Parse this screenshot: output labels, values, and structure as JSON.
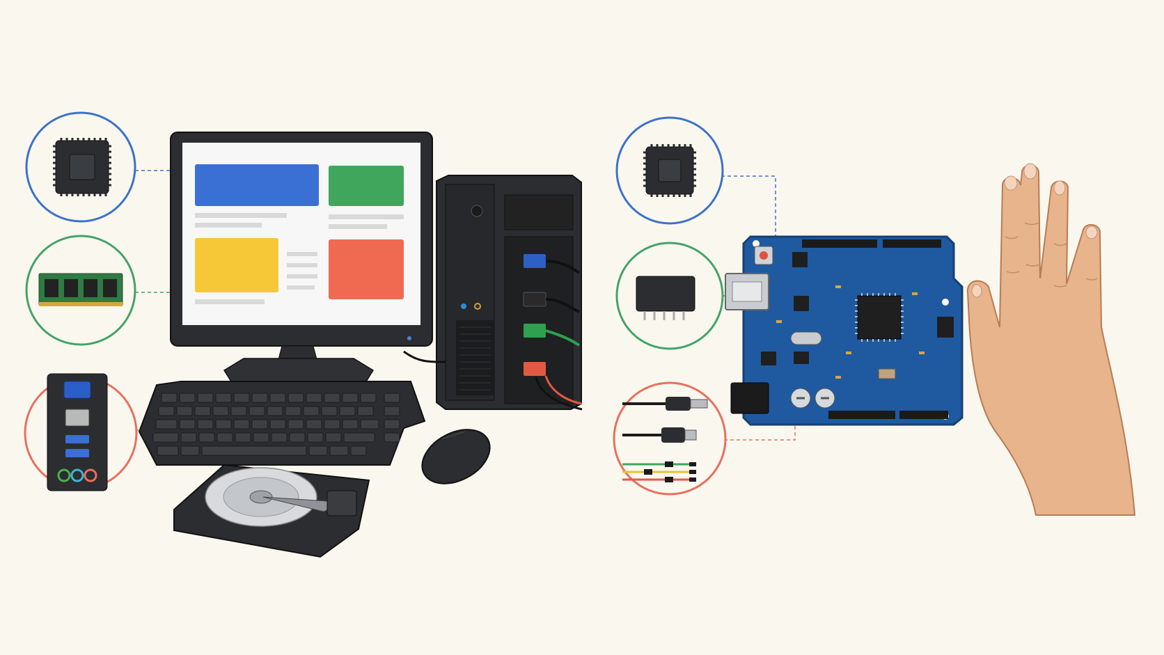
{
  "colors": {
    "background": "#faf7ef",
    "blue": "#3b72c9",
    "green": "#43a366",
    "red": "#e8705c",
    "chip": "#2b2d30",
    "pcb": "#1f5aa0",
    "pcb_dark": "#173f73",
    "skin": "#e7b48b",
    "skin_shade": "#cf9467"
  },
  "computer": {
    "callouts": [
      {
        "name": "processor-chip-icon",
        "color": "blue"
      },
      {
        "name": "ram-module-icon",
        "color": "green"
      },
      {
        "name": "io-ports-panel-icon",
        "color": "red"
      }
    ],
    "screen_tiles": [
      "blue",
      "green",
      "yellow",
      "red"
    ],
    "cable_colors": [
      "blue",
      "black",
      "green",
      "red"
    ]
  },
  "microcontroller": {
    "callouts": [
      {
        "name": "microcontroller-chip-icon",
        "color": "blue"
      },
      {
        "name": "memory-chip-icon",
        "color": "green"
      },
      {
        "name": "cables-connectors-icon",
        "color": "red"
      }
    ],
    "wire_colors": [
      "green",
      "yellow",
      "red"
    ]
  }
}
